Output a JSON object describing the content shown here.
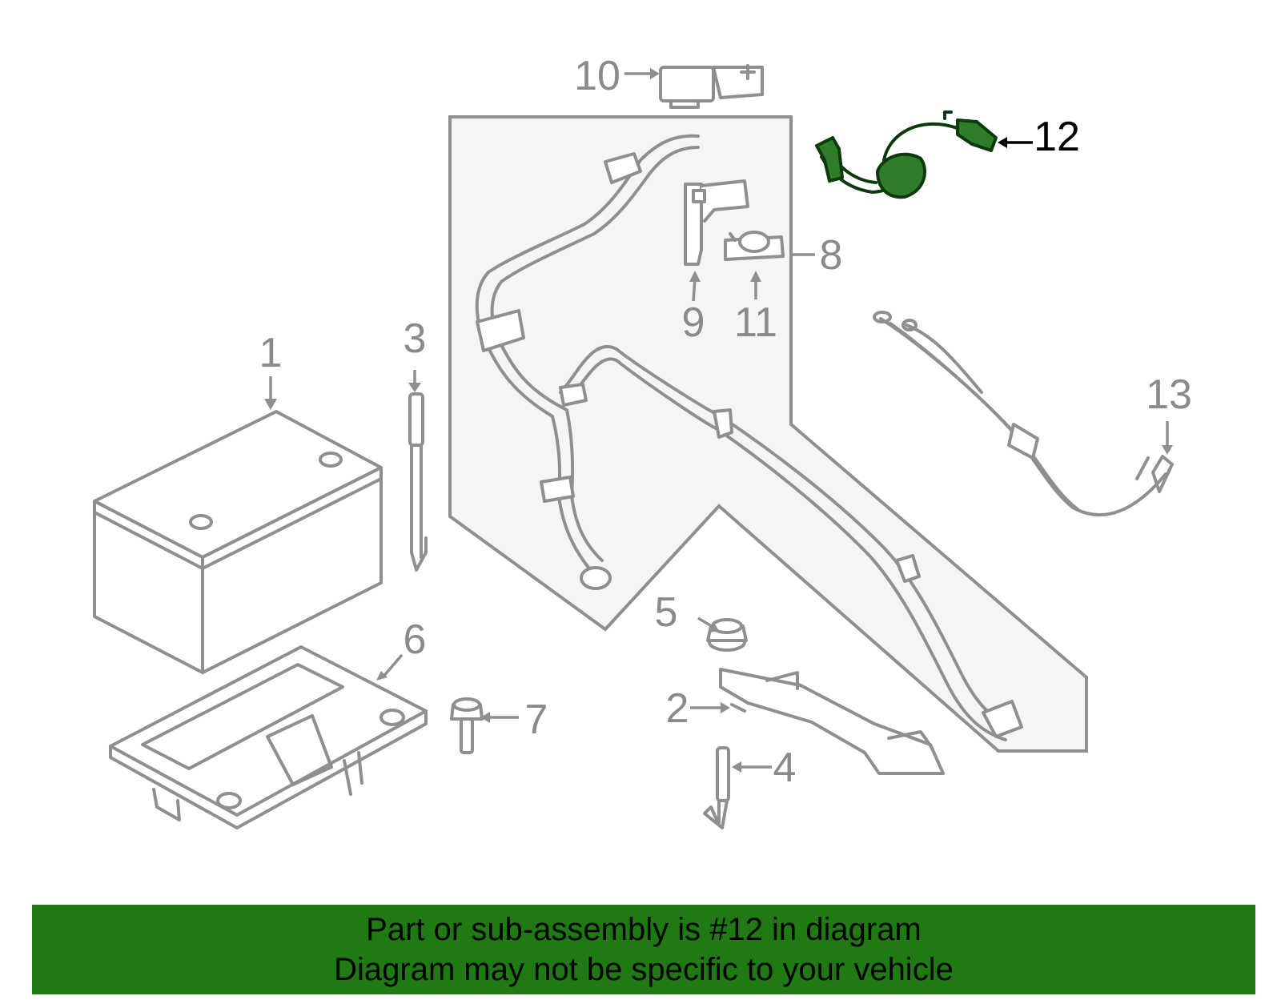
{
  "callouts": {
    "c1": "1",
    "c2": "2",
    "c3": "3",
    "c4": "4",
    "c5": "5",
    "c6": "6",
    "c7": "7",
    "c8": "8",
    "c9": "9",
    "c10": "10",
    "c11": "11",
    "c12": "12",
    "c13": "13"
  },
  "highlighted_part": "12",
  "colors": {
    "highlight_fill": "#2f7d2b",
    "banner_background": "#1f7a14",
    "part_outline": "#8f8f8f",
    "assembly_panel": "#f5f5f5"
  },
  "banner": {
    "line1": "Part or sub-assembly is #12 in diagram",
    "line2": "Diagram may not be specific to your vehicle"
  }
}
